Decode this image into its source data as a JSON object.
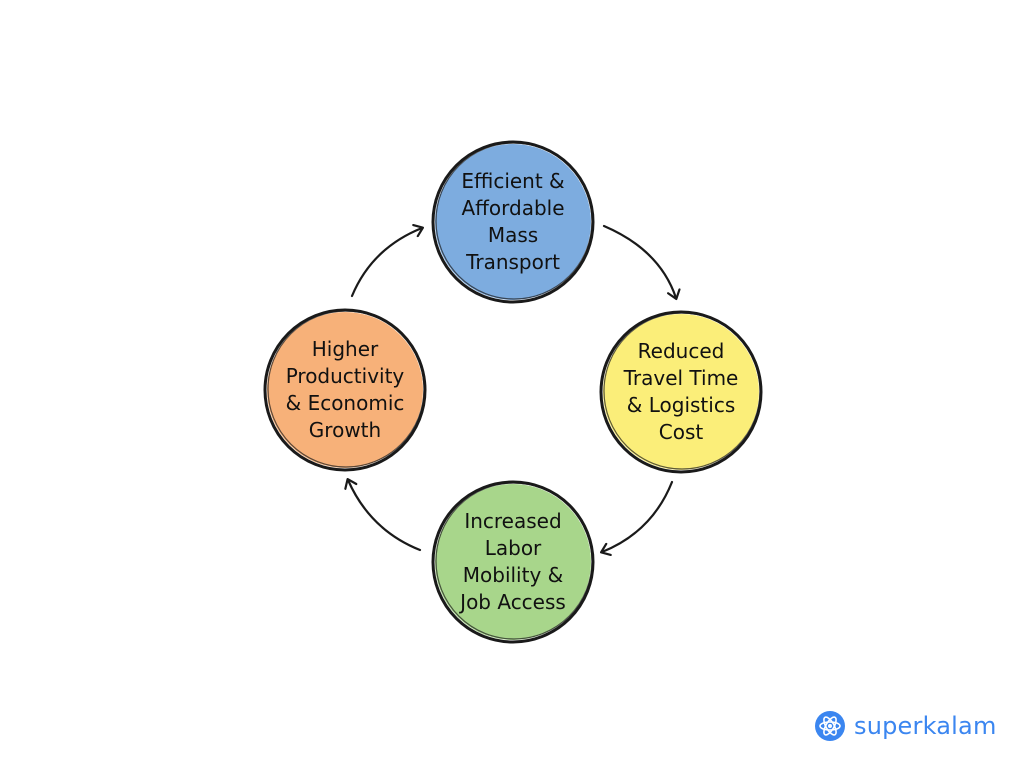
{
  "diagram": {
    "nodes": [
      {
        "id": "mass-transport",
        "lines": [
          "Efficient &",
          "Affordable",
          "Mass",
          "Transport"
        ],
        "color": "#6fa3dc"
      },
      {
        "id": "reduced-cost",
        "lines": [
          "Reduced",
          "Travel Time",
          "& Logistics",
          "Cost"
        ],
        "color": "#fbec6a"
      },
      {
        "id": "labor-mobility",
        "lines": [
          "Increased",
          "Labor",
          "Mobility &",
          "Job Access"
        ],
        "color": "#9fd27e"
      },
      {
        "id": "productivity",
        "lines": [
          "Higher",
          "Productivity",
          "& Economic",
          "Growth"
        ],
        "color": "#f6a86a"
      }
    ],
    "edges": [
      {
        "from": "mass-transport",
        "to": "reduced-cost"
      },
      {
        "from": "reduced-cost",
        "to": "labor-mobility"
      },
      {
        "from": "labor-mobility",
        "to": "productivity"
      },
      {
        "from": "productivity",
        "to": "mass-transport"
      }
    ]
  },
  "brand": {
    "name": "superkalam",
    "icon": "atom-icon",
    "color": "#3b86f0"
  }
}
